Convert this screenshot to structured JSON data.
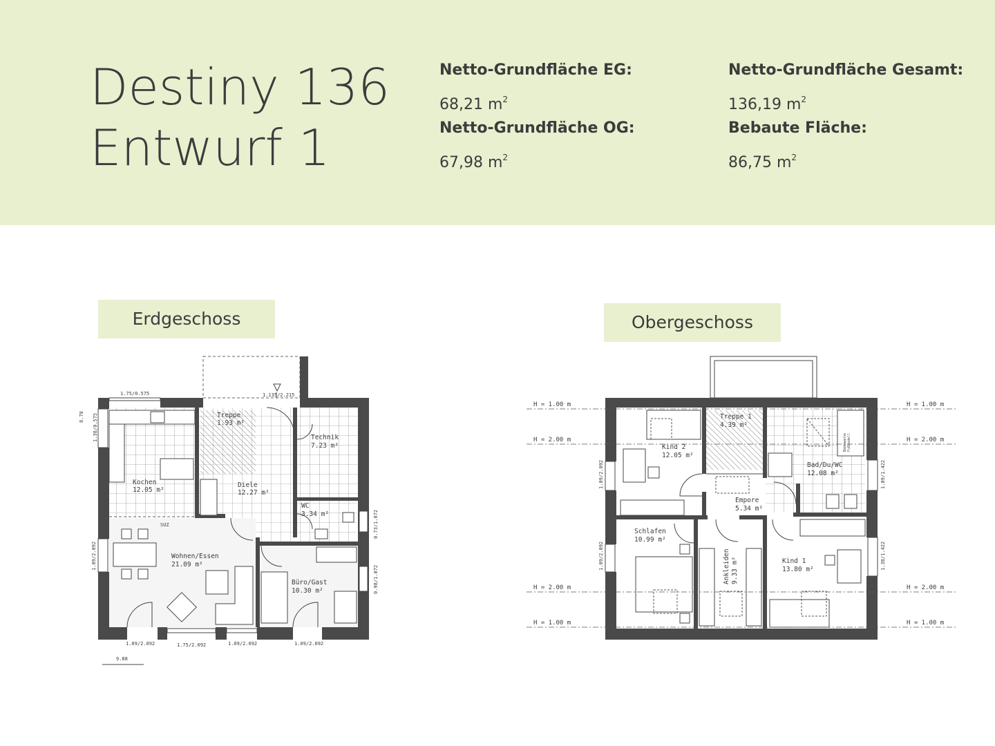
{
  "header": {
    "title": "Destiny 136",
    "subtitle": "Entwurf 1",
    "stats": [
      {
        "label": "Netto-Grundfläche EG:",
        "value": "68,21 m",
        "unit_sup": "2"
      },
      {
        "label": "Netto-Grundfläche OG:",
        "value": "67,98 m",
        "unit_sup": "2"
      },
      {
        "label": "Netto-Grundfläche Gesamt:",
        "value": "136,19 m",
        "unit_sup": "2"
      },
      {
        "label": "Bebaute Fläche:",
        "value": "86,75 m",
        "unit_sup": "2"
      }
    ]
  },
  "floors": {
    "eg": {
      "label": "Erdgeschoss",
      "rooms": [
        {
          "name": "Treppe",
          "area": "1.93 m²"
        },
        {
          "name": "Technik",
          "area": "7.23 m²"
        },
        {
          "name": "Kochen",
          "area": "12.05 m²"
        },
        {
          "name": "Diele",
          "area": "12.27 m²"
        },
        {
          "name": "WC",
          "area": "3.34 m²"
        },
        {
          "name": "Wohnen/Essen",
          "area": "21.09 m²"
        },
        {
          "name": "Büro/Gast",
          "area": "10.30 m²"
        }
      ],
      "dims": [
        "1.75/0.575",
        "1.135/2.215",
        "8.78",
        "1.38/0.575",
        "0.73/1.072",
        "1.09/2.092",
        "0.98/1.072",
        "1.09/2.092",
        "1.75/2.092",
        "1.09/2.092",
        "1.09/2.092",
        "9.88",
        "SUZ"
      ]
    },
    "og": {
      "label": "Obergeschoss",
      "rooms": [
        {
          "name": "Kind 2",
          "area": "12.05 m²"
        },
        {
          "name": "Treppe 1",
          "area": "4.39 m²"
        },
        {
          "name": "Bad/Du/WC",
          "area": "12.08 m²"
        },
        {
          "name": "Empore",
          "area": "5.34 m²"
        },
        {
          "name": "Schlafen",
          "area": "10.99 m²"
        },
        {
          "name": "Ankleiden",
          "area": "9.33 m²"
        },
        {
          "name": "Kind 1",
          "area": "13.80 m²"
        }
      ],
      "heights": [
        "H = 1.00 m",
        "H = 2.00 m",
        "H = 2.00 m",
        "H = 1.00 m"
      ],
      "dims": [
        "1.09/2.092",
        "1.09/1.422",
        "1.09/2.092",
        "1.38/1.422"
      ],
      "fixture_labels": [
        "Badewanne",
        "Fußbodell"
      ]
    }
  },
  "colors": {
    "header_bg": "#e8f0d0",
    "wall": "#4a4a4a",
    "text": "#3c3c3b"
  }
}
